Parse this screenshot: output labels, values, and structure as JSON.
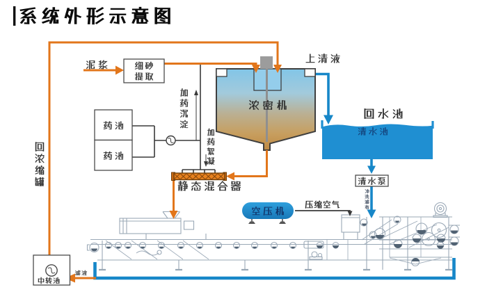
{
  "title": "系统外形示意图",
  "palette": {
    "pipe_orange": "#E2761B",
    "pipe_blue": "#1787C8",
    "pool_blue": "#1F8FD2",
    "mixer_orange": "#E8821E",
    "machine_gray": "#9AA8B6"
  },
  "nodes": {
    "slurry": "泥浆",
    "sand_extractor_line1": "细砂",
    "sand_extractor_line2": "提取",
    "chem_tank_1": "药池",
    "chem_tank_2": "药池",
    "thickener": "浓密机",
    "supernatant": "上清液",
    "return_water_pool": "回水池",
    "clear_water_pool": "清水池",
    "clear_water_pump": "清水泵",
    "air_compressor": "空压机",
    "static_mixer": "静态混合器",
    "transfer_pool": "中转池"
  },
  "flows": {
    "dosing_sedimentation": "加药沉淀",
    "dosing_flocculation": "加药絮凝",
    "return_to_thickener": "回浓缩罐",
    "compressed_air": "压缩空气",
    "flush_filter_cloth": "冲洗滤布",
    "filtrate": "滤液"
  }
}
